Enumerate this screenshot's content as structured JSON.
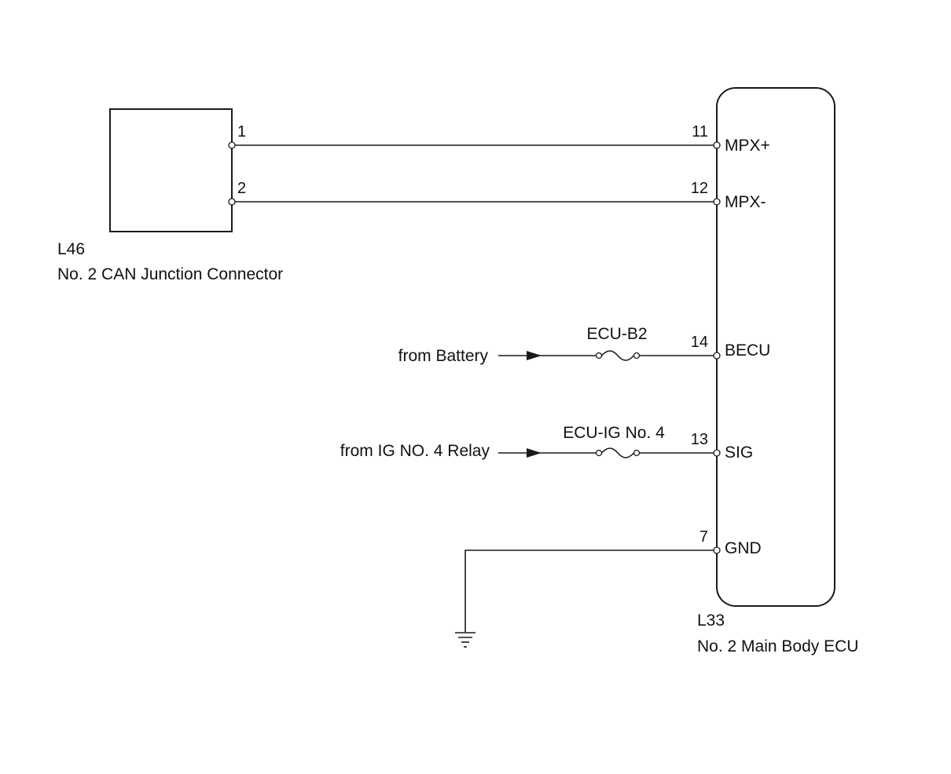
{
  "connector_left": {
    "code": "L46",
    "name": "No. 2 CAN Junction Connector",
    "pins": [
      "1",
      "2"
    ]
  },
  "ecu": {
    "code": "L33",
    "name": "No. 2 Main Body ECU",
    "pins": [
      {
        "num": "11",
        "signal": "MPX+"
      },
      {
        "num": "12",
        "signal": "MPX-"
      },
      {
        "num": "14",
        "signal": "BECU"
      },
      {
        "num": "13",
        "signal": "SIG"
      },
      {
        "num": "7",
        "signal": "GND"
      }
    ]
  },
  "supplies": [
    {
      "source": "from Battery",
      "fuse": "ECU-B2"
    },
    {
      "source": "from IG NO. 4 Relay",
      "fuse": "ECU-IG No. 4"
    }
  ]
}
